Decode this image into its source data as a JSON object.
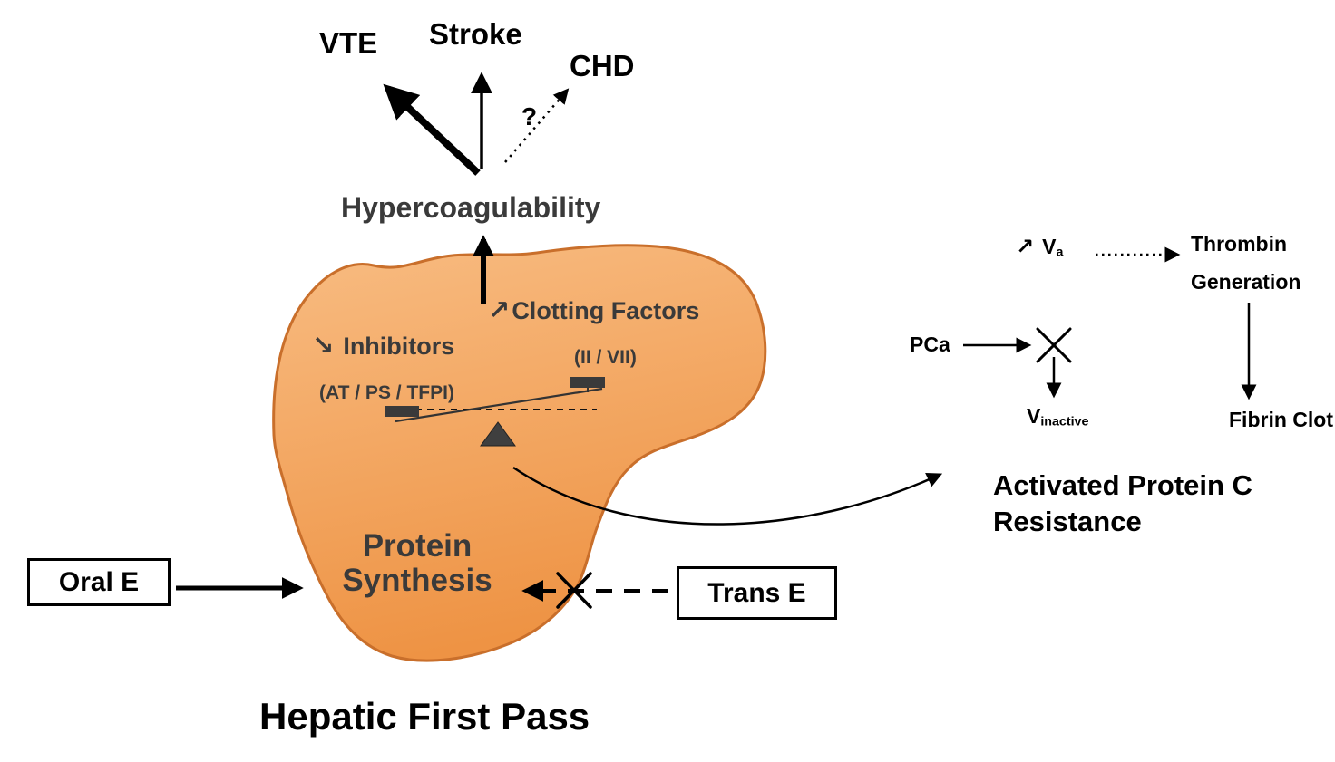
{
  "diagram": {
    "title": "Hepatic First Pass",
    "outcomes": {
      "vte": "VTE",
      "stroke": "Stroke",
      "chd": "CHD",
      "chd_uncertainty": "?"
    },
    "hypercoagulability": "Hypercoagulability",
    "liver": {
      "clotting_factors_arrow": "↗",
      "clotting_factors_label": "Clotting Factors",
      "clotting_factors_detail": "(II / VII)",
      "inhibitors_arrow": "↘",
      "inhibitors_label": "Inhibitors",
      "inhibitors_detail": "(AT / PS / TFPI)",
      "protein_synthesis_line1": "Protein",
      "protein_synthesis_line2": "Synthesis"
    },
    "inputs": {
      "oral_estrogen": "Oral E",
      "transdermal_estrogen": "Trans E"
    },
    "apc_panel": {
      "heading_line1": "Activated Protein C",
      "heading_line2": "Resistance",
      "factor_va_arrow": "↗",
      "factor_va_base": "V",
      "factor_va_sub": "a",
      "thrombin_line1": "Thrombin",
      "thrombin_line2": "Generation",
      "pca_label": "PCa",
      "v_inactive_base": "V",
      "v_inactive_sub": "inactive",
      "fibrin_clot": "Fibrin Clot"
    },
    "colors": {
      "liver_fill_top": "#F8BC82",
      "liver_fill_bottom": "#EE9344",
      "liver_outline": "#C96F2B",
      "ink": "#000000",
      "ink_soft": "#3A3A3A"
    }
  }
}
